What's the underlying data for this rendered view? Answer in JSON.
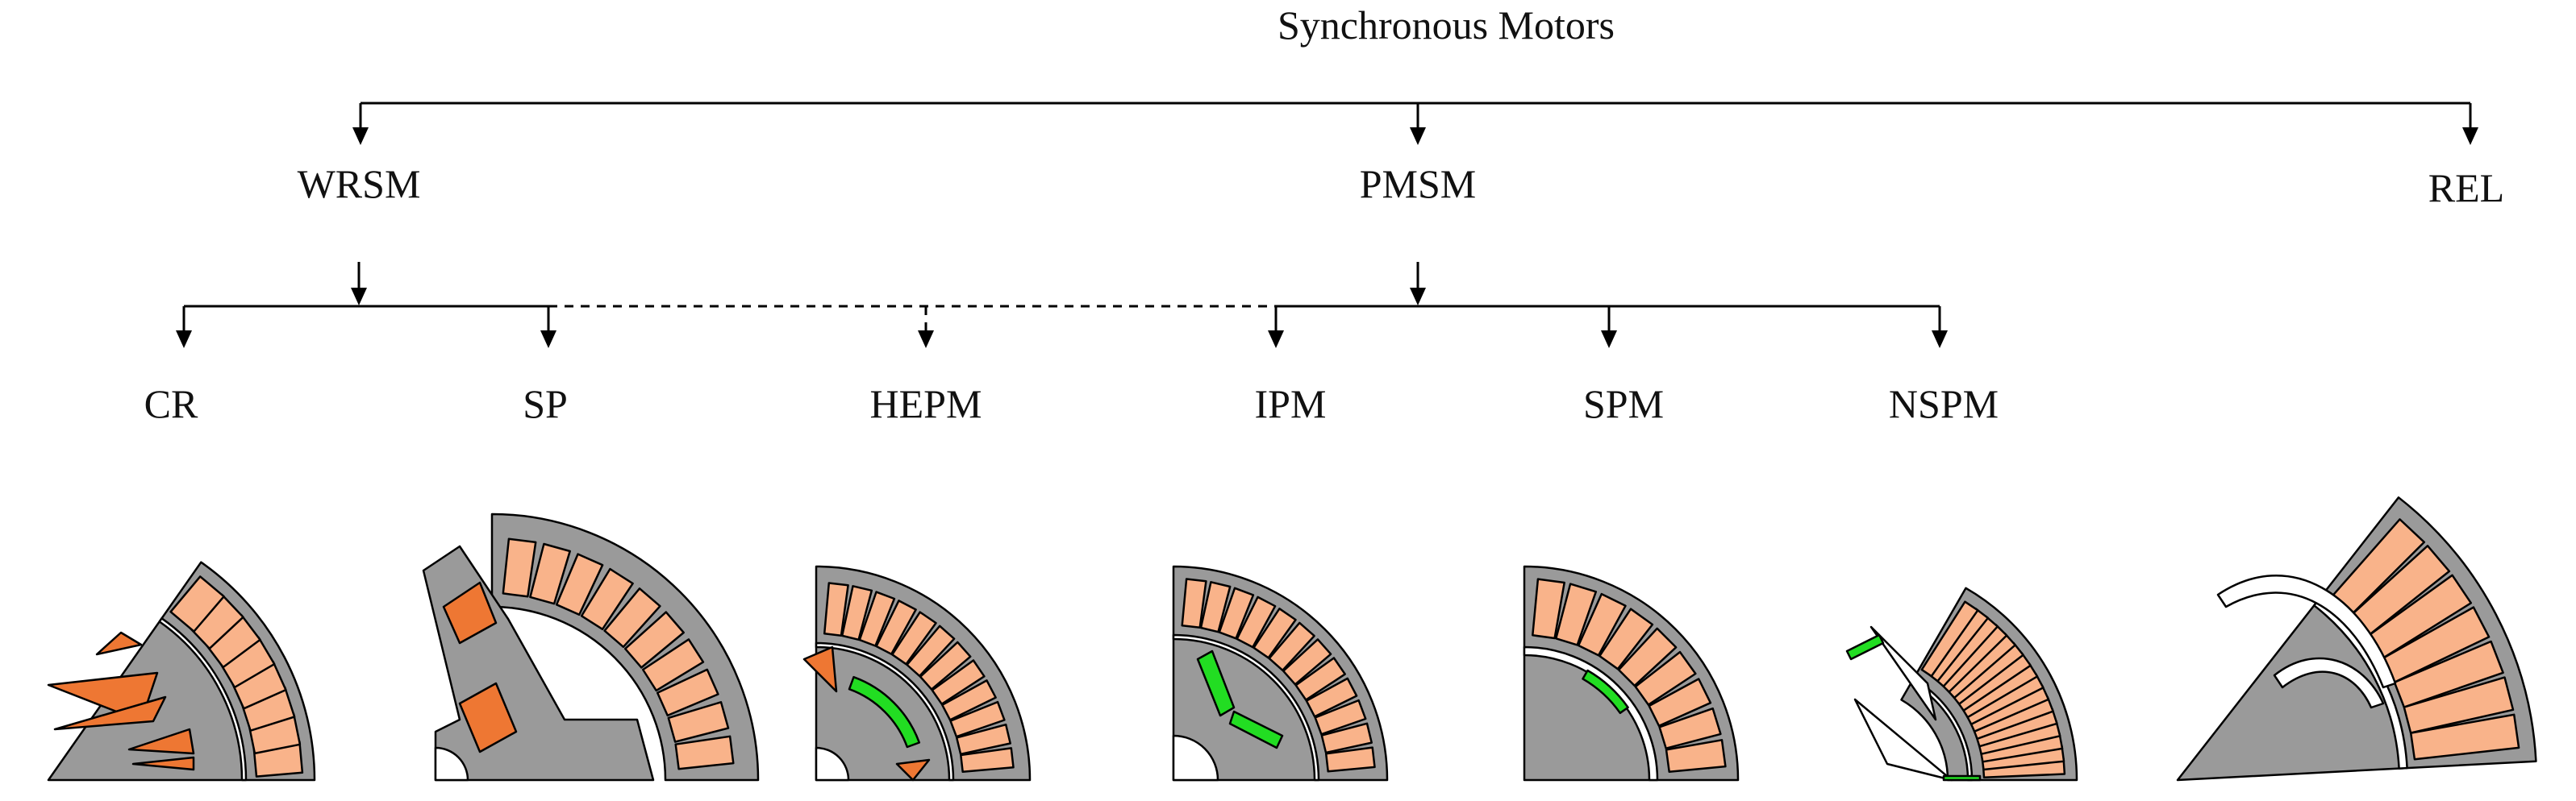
{
  "root": {
    "label": "Synchronous Motors"
  },
  "level1": [
    {
      "id": "wrsm",
      "label": "WRSM"
    },
    {
      "id": "pmsm",
      "label": "PMSM"
    },
    {
      "id": "rel",
      "label": "REL"
    }
  ],
  "level2": [
    {
      "id": "cr",
      "label": "CR",
      "parent": "WRSM"
    },
    {
      "id": "sp",
      "label": "SP",
      "parent": "WRSM"
    },
    {
      "id": "hepm",
      "label": "HEPM",
      "parent": "WRSM / PMSM (hybrid)"
    },
    {
      "id": "ipm",
      "label": "IPM",
      "parent": "PMSM"
    },
    {
      "id": "spm",
      "label": "SPM",
      "parent": "PMSM"
    },
    {
      "id": "nspm",
      "label": "NSPM",
      "parent": "PMSM"
    }
  ],
  "colors": {
    "lamination": "#9a9a9a",
    "stator_slot": "#f9b38a",
    "field_winding": "#ee7733",
    "magnet": "#22dd22",
    "line": "#000000"
  },
  "icons": [
    "cr-motor-icon",
    "sp-motor-icon",
    "hepm-motor-icon",
    "ipm-motor-icon",
    "spm-motor-icon",
    "nspm-motor-icon",
    "rel-motor-icon"
  ]
}
